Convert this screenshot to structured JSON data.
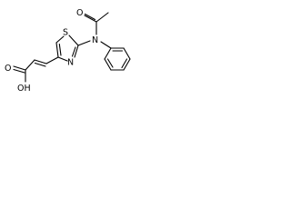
{
  "structure": {
    "atoms": {
      "s1": "S",
      "n_ring": "N",
      "n_amide": "N",
      "o_acetyl": "O",
      "o_carbonyl": "O",
      "oh": "OH"
    }
  },
  "colors": {
    "bond": "#000000",
    "label": "#000000",
    "background": "#ffffff"
  }
}
